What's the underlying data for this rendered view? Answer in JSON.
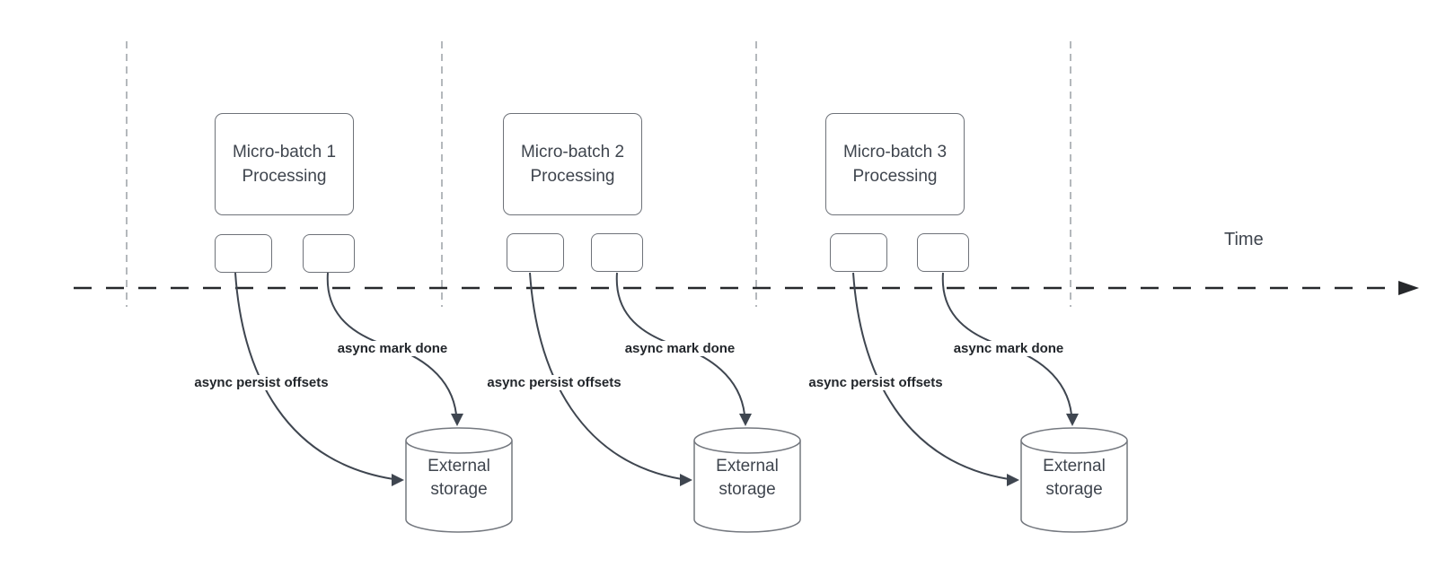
{
  "diagram": {
    "timeline_label": "Time",
    "groups": [
      {
        "batch_title": "Micro-batch 1",
        "batch_subtitle": "Processing",
        "persist_label": "async persist offsets",
        "done_label": "async mark done",
        "storage_label": "External storage"
      },
      {
        "batch_title": "Micro-batch 2",
        "batch_subtitle": "Processing",
        "persist_label": "async persist offsets",
        "done_label": "async mark done",
        "storage_label": "External storage"
      },
      {
        "batch_title": "Micro-batch 3",
        "batch_subtitle": "Processing",
        "persist_label": "async persist offsets",
        "done_label": "async mark done",
        "storage_label": "External storage"
      }
    ],
    "colors": {
      "background": "#ffffff",
      "connector": "#3f4650",
      "shape_border": "#6e7279",
      "guide_line": "#b4b8bc",
      "timeline": "#26282b",
      "label_text": "#22262b",
      "box_text": "#3f454e"
    }
  }
}
